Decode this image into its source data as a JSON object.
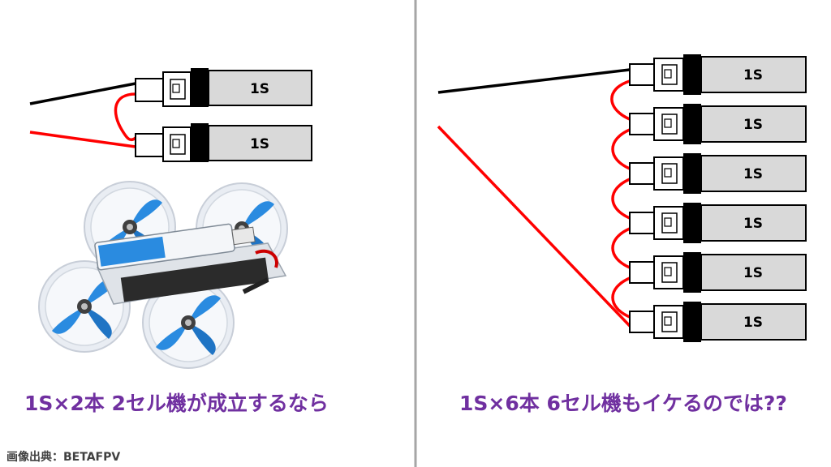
{
  "left_panel": {
    "cell_label": "1S",
    "cell_count": 2,
    "caption": "1S×2本 2セル機が成立するなら"
  },
  "right_panel": {
    "cell_label": "1S",
    "cell_count": 6,
    "caption": "1S×6本 6セル機もイケるのでは??"
  },
  "credit": "画像出典：BETAFPV",
  "colors": {
    "wire_black": "#000000",
    "wire_red": "#ff0000",
    "battery_fill": "#d9d9d9",
    "caption": "#7030a0",
    "divider": "#a6a6a6",
    "drone_frame": "#e8ecf2",
    "drone_prop": "#2a8be0"
  }
}
